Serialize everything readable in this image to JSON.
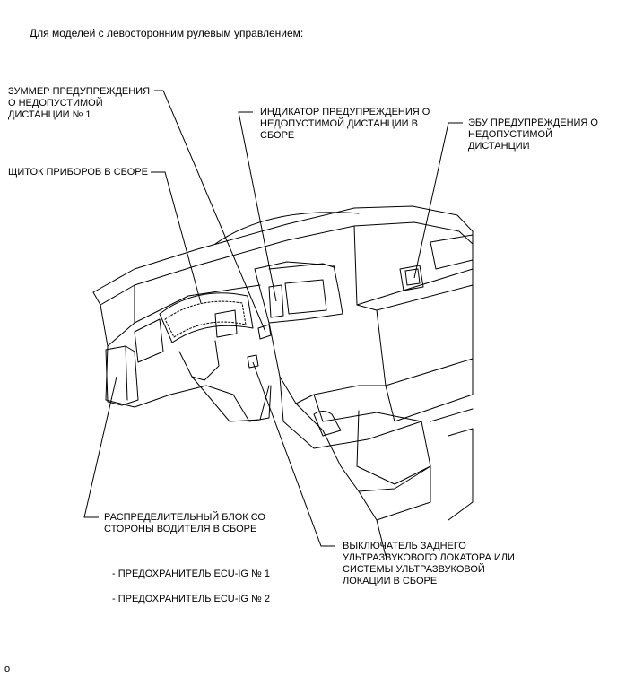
{
  "title": "Для моделей с левосторонним рулевым управлением:",
  "labels": {
    "buzzer": "ЗУММЕР ПРЕДУПРЕЖДЕНИЯ\nО НЕДОПУСТИМОЙ\nДИСТАНЦИИ № 1",
    "indicator": "ИНДИКАТОР ПРЕДУПРЕЖДЕНИЯ О\nНЕДОПУСТИМОЙ ДИСТАНЦИИ В\nСБОРЕ",
    "ecu": "ЭБУ ПРЕДУПРЕЖДЕНИЯ О\nНЕДОПУСТИМОЙ\nДИСТАНЦИИ",
    "meter": "ЩИТОК ПРИБОРОВ В СБОРЕ",
    "junction": "РАСПРЕДЕЛИТЕЛЬНЫЙ БЛОК СО\nСТОРОНЫ ВОДИТЕЛЯ В СБОРЕ",
    "switch": "ВЫКЛЮЧАТЕЛЬ ЗАДНЕГО\nУЛЬТРАЗВУКОВОГО ЛОКАТОРА ИЛИ\nСИСТЕМЫ УЛЬТРАЗВУКОВОЙ\nЛОКАЦИИ В СБОРЕ",
    "fuse1": "- ПРЕДОХРАНИТЕЛЬ ECU-IG № 1",
    "fuse2": "- ПРЕДОХРАНИТЕЛЬ ECU-IG № 2"
  },
  "footer_code": "o"
}
